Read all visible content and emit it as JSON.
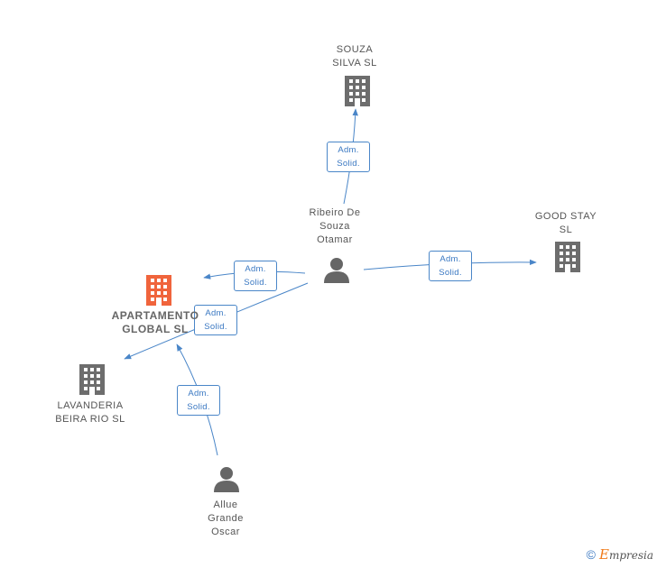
{
  "nodes": {
    "souza_silva": {
      "label": "SOUZA\nSILVA SL"
    },
    "good_stay": {
      "label": "GOOD STAY\nSL"
    },
    "ribeiro": {
      "label": "Ribeiro De\nSouza\nOtamar"
    },
    "apartamento": {
      "label": "APARTAMENTO\nGLOBAL  SL"
    },
    "lavanderia": {
      "label": "LAVANDERIA\nBEIRA RIO  SL"
    },
    "allue": {
      "label": "Allue\nGrande\nOscar"
    }
  },
  "edges": {
    "e1": "Adm.\nSolid.",
    "e2": "Adm.\nSolid.",
    "e3": "Adm.\nSolid.",
    "e4": "Adm.\nSolid.",
    "e5": "Adm.\nSolid."
  },
  "footer": {
    "copyright": "©",
    "brand_initial": "E",
    "brand_rest": "mpresia"
  },
  "colors": {
    "edge": "#4a86c8",
    "company": "#6d6d6d",
    "focus": "#f0643c",
    "person": "#666666"
  }
}
